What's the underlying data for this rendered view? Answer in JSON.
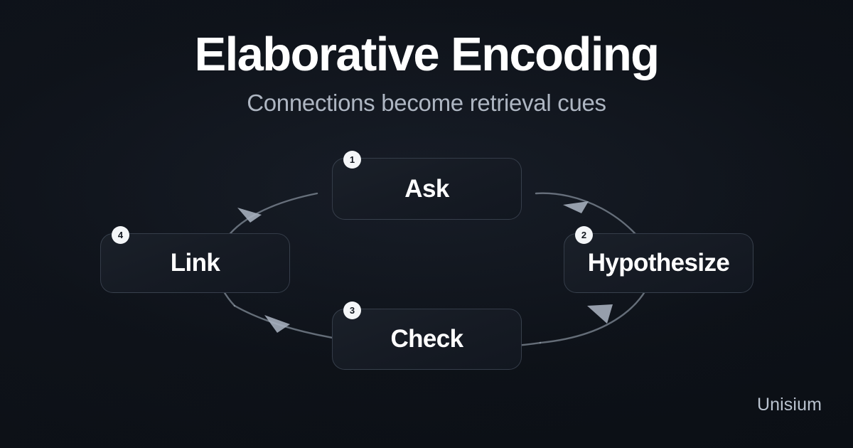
{
  "header": {
    "title": "Elaborative Encoding",
    "subtitle": "Connections become retrieval cues"
  },
  "diagram": {
    "type": "cycle",
    "direction": "clockwise",
    "nodes": [
      {
        "step": "1",
        "label": "Ask",
        "position": "top"
      },
      {
        "step": "2",
        "label": "Hypothesize",
        "position": "right"
      },
      {
        "step": "3",
        "label": "Check",
        "position": "bottom"
      },
      {
        "step": "4",
        "label": "Link",
        "position": "left"
      }
    ],
    "edges": [
      {
        "from": "Ask",
        "to": "Hypothesize"
      },
      {
        "from": "Hypothesize",
        "to": "Check"
      },
      {
        "from": "Check",
        "to": "Link"
      },
      {
        "from": "Link",
        "to": "Ask"
      }
    ]
  },
  "branding": {
    "watermark": "Unisium"
  },
  "colors": {
    "background": "#0d1117",
    "title": "#ffffff",
    "subtitle": "#aeb6c2",
    "node_fill": "#161b24",
    "node_border": "#94a3b8",
    "badge_bg": "#f4f6f8",
    "badge_text": "#10151d",
    "arrow": "#9aa4b2",
    "watermark": "#b9c2ce"
  }
}
